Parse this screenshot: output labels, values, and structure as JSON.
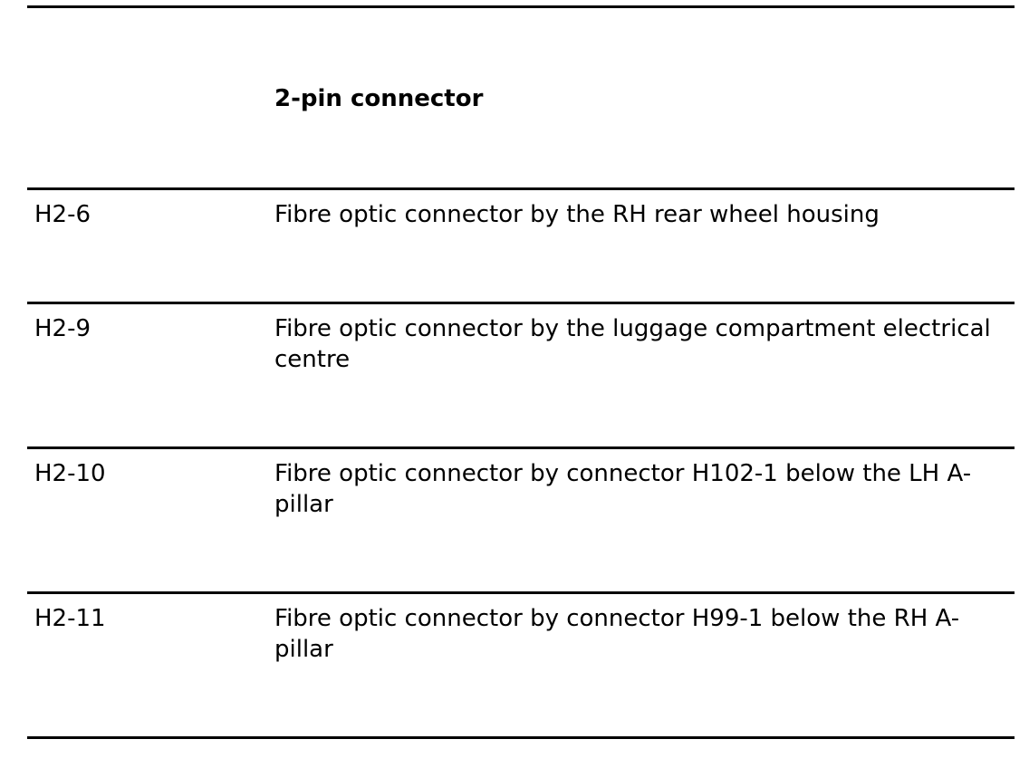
{
  "table": {
    "header": "2-pin connector",
    "rows": [
      {
        "code": "H2-6",
        "description": "Fibre optic connector by the RH rear wheel housing"
      },
      {
        "code": "H2-9",
        "description": "Fibre optic connector by the luggage compartment electrical centre"
      },
      {
        "code": "H2-10",
        "description": "Fibre optic connector by connector H102-1 below the LH A-pillar"
      },
      {
        "code": "H2-11",
        "description": "Fibre optic connector by connector H99-1 below the RH A-pillar"
      }
    ]
  }
}
